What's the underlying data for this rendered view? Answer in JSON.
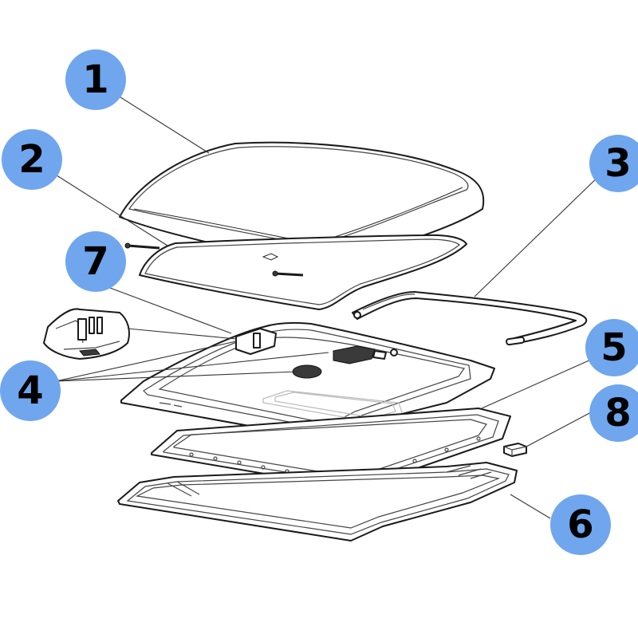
{
  "colors": {
    "callout_fill": "#6fa6ee",
    "line": "#1a1a1a",
    "background": "#ffffff"
  },
  "callouts": [
    {
      "id": "1",
      "label": "1"
    },
    {
      "id": "2",
      "label": "2"
    },
    {
      "id": "3",
      "label": "3"
    },
    {
      "id": "4",
      "label": "4"
    },
    {
      "id": "5",
      "label": "5"
    },
    {
      "id": "6",
      "label": "6"
    },
    {
      "id": "7",
      "label": "7"
    },
    {
      "id": "8",
      "label": "8"
    }
  ]
}
